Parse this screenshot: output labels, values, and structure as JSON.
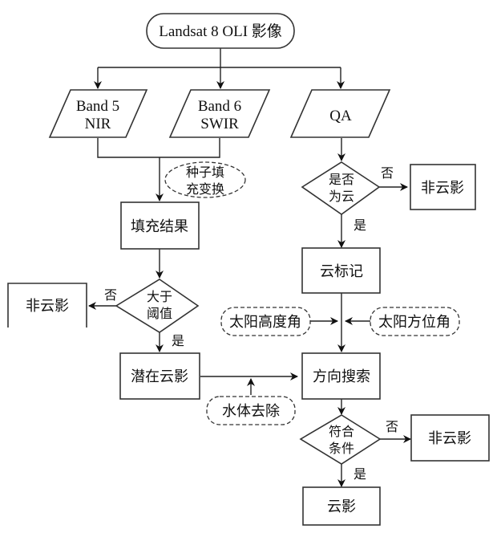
{
  "diagram": {
    "start": "Landsat 8 OLI 影像",
    "inputs": [
      {
        "line1": "Band 5",
        "line2": "NIR"
      },
      {
        "line1": "Band 6",
        "line2": "SWIR"
      },
      {
        "line1": "QA",
        "line2": ""
      }
    ],
    "seed_fill": {
      "line1": "种子填",
      "line2": "充变换"
    },
    "fill_result": "填充结果",
    "threshold_decision": {
      "line1": "大于",
      "line2": "阈值"
    },
    "non_shadow_left": "非云影",
    "potential_shadow": "潜在云影",
    "water_removal": "水体去除",
    "cloud_decision": {
      "line1": "是否",
      "line2": "为云"
    },
    "non_shadow_right_top": "非云影",
    "cloud_mark": "云标记",
    "sun_elevation": "太阳高度角",
    "sun_azimuth": "太阳方位角",
    "direction_search": "方向搜索",
    "condition_decision": {
      "line1": "符合",
      "line2": "条件"
    },
    "non_shadow_right_bottom": "非云影",
    "cloud_shadow": "云影",
    "labels": {
      "yes": "是",
      "no": "否"
    }
  }
}
